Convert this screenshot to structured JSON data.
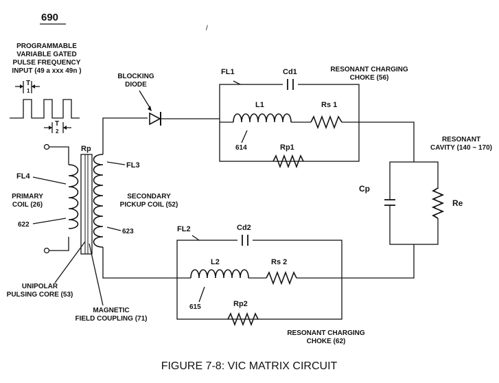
{
  "figure_number": "690",
  "caption": "FIGURE 7-8: VIC MATRIX CIRCUIT",
  "input_label": [
    "PROGRAMMABLE",
    "VARIABLE GATED",
    "PULSE FREQUENCY",
    "INPUT (49 a xxx 49n )"
  ],
  "pulse_t1": "T",
  "pulse_t1_sub": "1",
  "pulse_t2": "T",
  "pulse_t2_sub": "2",
  "blocking_diode": [
    "BLOCKING",
    "DIODE"
  ],
  "fl1": "FL1",
  "fl2": "FL2",
  "fl3": "FL3",
  "fl4": "FL4",
  "cd1": "Cd1",
  "cd2": "Cd2",
  "choke_top": [
    "RESONANT CHARGING",
    "CHOKE (56)"
  ],
  "choke_bottom": [
    "RESONANT CHARGING",
    "CHOKE (62)"
  ],
  "l1": "L1",
  "l2": "L2",
  "rs1": "Rs 1",
  "rs2": "Rs 2",
  "rp1": "Rp1",
  "rp2": "Rp2",
  "n614": "614",
  "n615": "615",
  "n622": "622",
  "n623": "623",
  "rp": "Rp",
  "primary_coil": [
    "PRIMARY",
    "COIL (26)"
  ],
  "secondary_coil": [
    "SECONDARY",
    "PICKUP COIL (52)"
  ],
  "unipolar_core": [
    "UNIPOLAR",
    "PULSING CORE (53)"
  ],
  "magnetic_coupling": [
    "MAGNETIC",
    "FIELD COUPLING (71)"
  ],
  "cavity": [
    "RESONANT",
    "CAVITY (140 ~ 170)"
  ],
  "cp": "Cp",
  "re": "Re"
}
